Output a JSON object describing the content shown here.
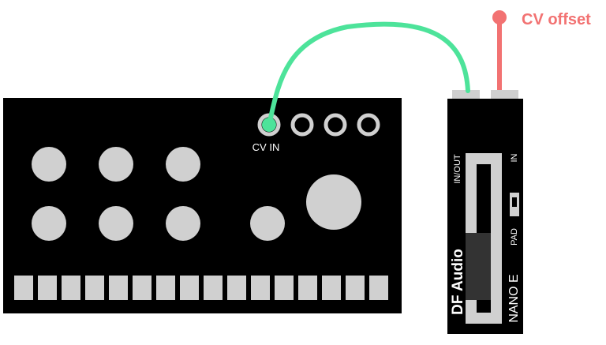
{
  "colors": {
    "background": "#ffffff",
    "device_body": "#000000",
    "control": "#d0d0d0",
    "cable_green": "#4de39a",
    "cable_red": "#f27272",
    "nano_dark_panel": "#333333",
    "jack_silver": "#cfcfcf"
  },
  "groovebox": {
    "cv_in_label": "CV IN",
    "knob_count": 8,
    "big_knob_count": 1,
    "step_button_count": 16,
    "jack_count": 4
  },
  "nano_module": {
    "brand": "DF Audio",
    "model": "NANO E",
    "label_in_out": "IN/OUT",
    "label_in": "IN",
    "label_pad": "PAD"
  },
  "annotations": {
    "cv_offset": "CV offset"
  },
  "icons": {
    "cv_offset_marker": "circle-pin-icon",
    "switch": "toggle-switch-icon"
  }
}
